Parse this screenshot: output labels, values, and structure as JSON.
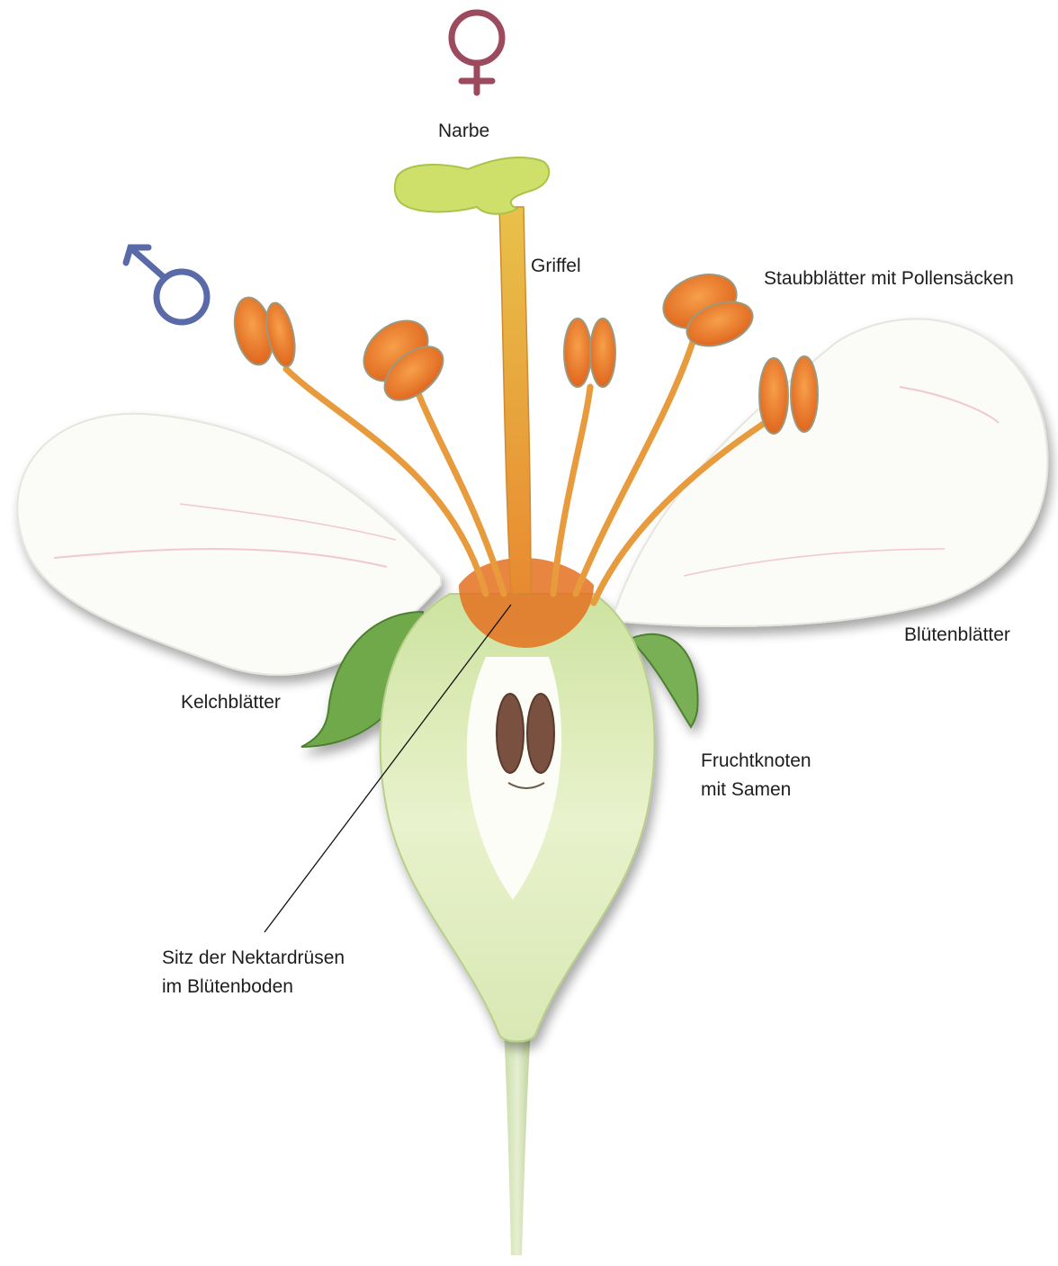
{
  "labels": {
    "narbe": "Narbe",
    "griffel": "Griffel",
    "staubblaetter": "Staubblätter mit Pollensäcken",
    "bluetenblaetter": "Blütenblätter",
    "kelchblaetter": "Kelchblätter",
    "fruchtknoten": [
      "Fruchtknoten",
      "mit Samen"
    ],
    "nektar": [
      "Sitz der Nektardrüsen",
      "im Blütenboden"
    ]
  },
  "symbols": {
    "female": "female-symbol-icon",
    "male": "male-symbol-icon"
  },
  "colors": {
    "female_symbol": "#9c4a5e",
    "male_symbol": "#5a6aa8",
    "anther": "#ee7a22",
    "stamen_filament": "#e89b3c",
    "stigma": "#cfe06a",
    "sepal": "#5d9a3c",
    "petal": "#fbfbf7",
    "seed": "#7a5040",
    "label_text": "#1e1e1e"
  }
}
